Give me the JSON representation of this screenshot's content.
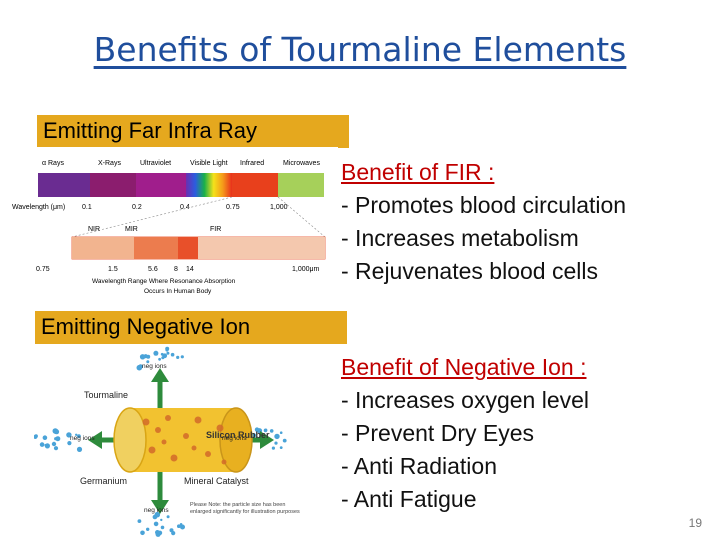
{
  "slide": {
    "title": "Benefits of Tourmaline Elements",
    "page_number": "19"
  },
  "fir": {
    "label": "Emitting Far Infra Ray",
    "benefit_heading": "Benefit of  FIR :",
    "benefits": [
      "- Promotes blood circulation",
      "- Increases metabolism",
      "- Rejuvenates blood cells"
    ],
    "figure": {
      "bands": [
        "α Rays",
        "X-Rays",
        "Ultraviolet",
        "Visible Light",
        "Infrared",
        "Microwaves"
      ],
      "wavelength_label": "Wavelength (μm)",
      "wavelength_ticks": [
        "0.1",
        "0.2",
        "0.4",
        "0.75",
        "1,000"
      ],
      "sub_bands": [
        "NIR",
        "MIR",
        "FIR"
      ],
      "sub_ticks": [
        "0.75",
        "1.5",
        "5.6",
        "8",
        "14",
        "1,000μm"
      ],
      "caption_1": "Wavelength Range Where Resonance Absorption",
      "caption_2": "Occurs In Human Body",
      "colors": {
        "alpha": "#6a2c91",
        "xray": "#8b1d6e",
        "uv": "#a01e8c",
        "infrared": "#e8401c",
        "microwaves": "#a6d05a",
        "fir_bar": "#e8502a"
      }
    }
  },
  "negative_ion": {
    "label": "Emitting Negative Ion",
    "benefit_heading": "Benefit of  Negative Ion :",
    "benefits": [
      "- Increases oxygen level",
      "- Prevent Dry Eyes",
      "- Anti Radiation",
      "- Anti Fatigue"
    ],
    "figure": {
      "labels": [
        "Tourmaline",
        "Germanium",
        "Mineral Catalyst",
        "Silicon Rubber"
      ],
      "ion_tag": "neg ions",
      "note": "Please Note: the particle size has been enlarged significantly for illustration purposes",
      "colors": {
        "cylinder": "#f2c230",
        "ion": "#4aa3d8",
        "arrow": "#2e8b3c"
      }
    }
  },
  "colors": {
    "title": "#1f4e9c",
    "label_bg": "#e5a81e",
    "heading": "#c00000"
  }
}
